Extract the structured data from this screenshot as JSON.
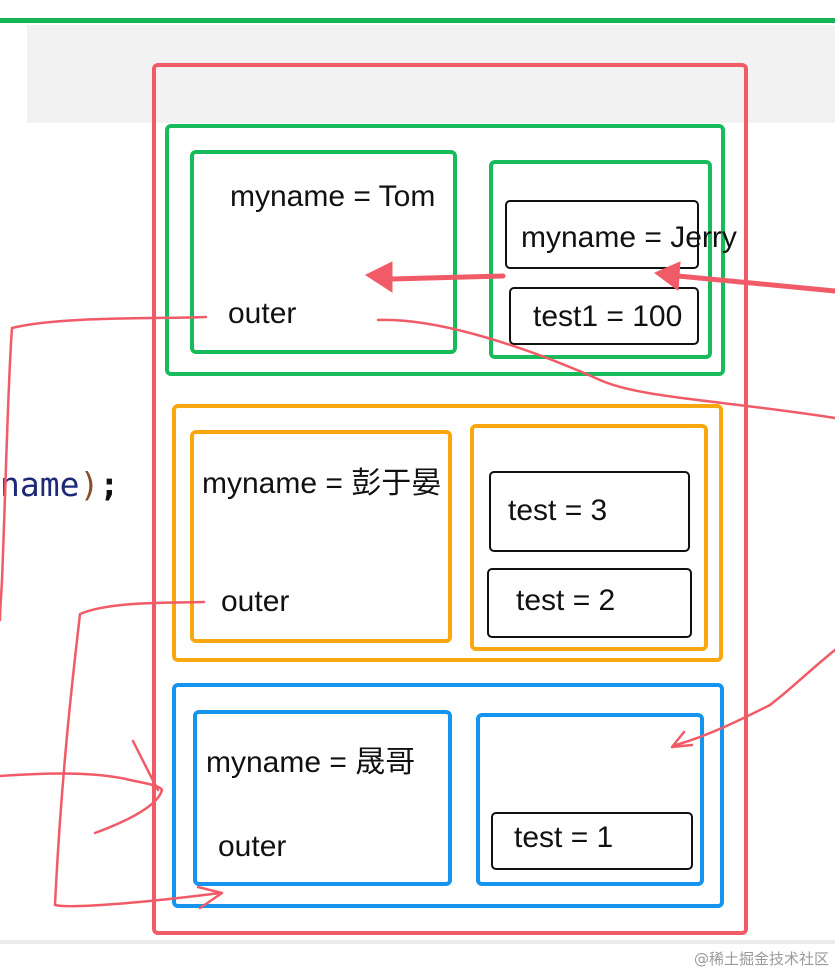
{
  "code_fragment": {
    "ident": "name",
    "paren": ")",
    "semi": ";"
  },
  "global_scope": {
    "vars": {
      "myname": "myname = Tom",
      "outer": "outer"
    },
    "block_vars": {
      "myname": "myname = Jerry",
      "test1": "test1 = 100"
    }
  },
  "middle_scope": {
    "vars": {
      "myname": "myname = 彭于晏",
      "outer": "outer"
    },
    "block_vars": {
      "test_a": "test = 3",
      "test_b": "test = 2"
    }
  },
  "inner_scope": {
    "vars": {
      "myname": "myname = 晟哥",
      "outer": "outer"
    },
    "block_vars": {
      "test": "test = 1"
    }
  },
  "watermark": "@稀土掘金技术社区",
  "colors": {
    "call_stack_border": "#f05b67",
    "global_context": "#18bb5c",
    "middle_context": "#f8a711",
    "inner_context": "#1493ef",
    "arrow": "#f05b67"
  }
}
